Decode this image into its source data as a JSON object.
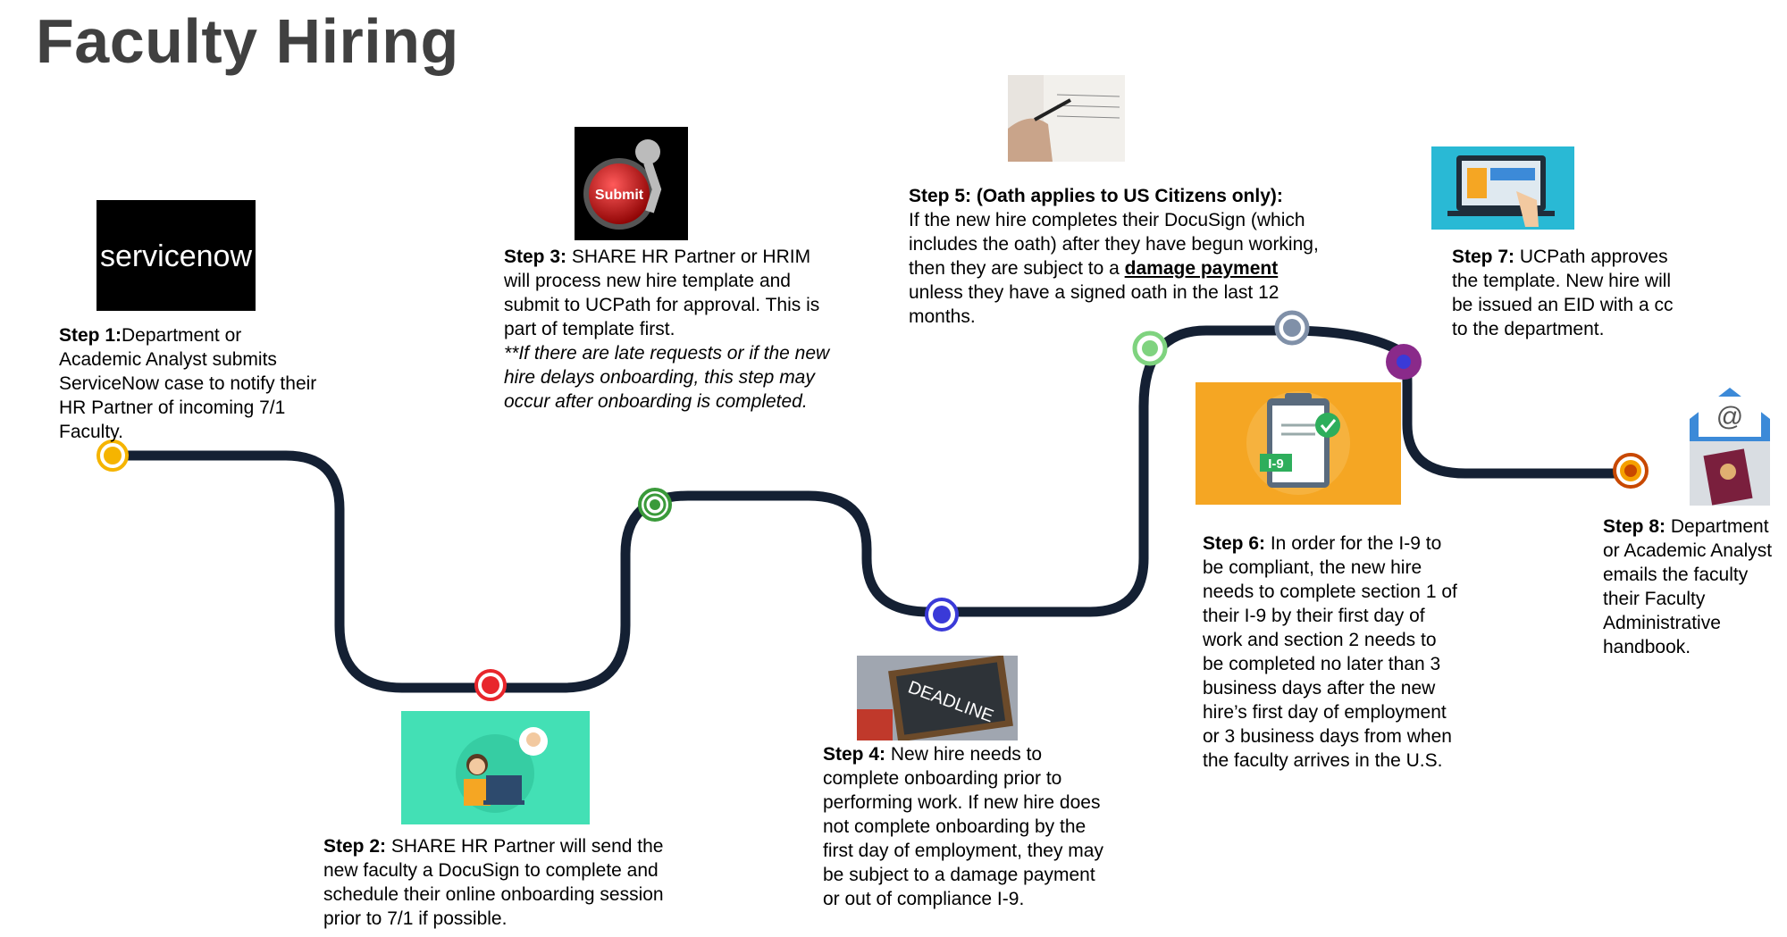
{
  "title": "Faculty Hiring",
  "steps": [
    {
      "label": "Step 1:",
      "text": "Department or Academic Analyst submits ServiceNow case to notify their HR Partner of incoming 7/1 Faculty.",
      "color": "#f5b400"
    },
    {
      "label": "Step 2:",
      "text": " SHARE HR Partner will send the new faculty a DocuSign to complete and schedule their online onboarding session prior to 7/1 if possible.",
      "color": "#e8262c"
    },
    {
      "label": "Step 3:",
      "text": " SHARE HR Partner or HRIM will process new hire template and submit to UCPath for approval. This is part of template first.",
      "note": "**If there are late requests or if the new hire delays onboarding, this step may occur after onboarding is completed.",
      "color": "#3a9a3a"
    },
    {
      "label": "Step 4:",
      "text": " New hire needs to complete onboarding prior to performing work. If new hire does not complete onboarding by the first day of employment, they may be subject to a damage payment or out of compliance I-9.",
      "color": "#3a3ad8"
    },
    {
      "label": "Step 5: (Oath applies to US Citizens only):",
      "text_before": "If the new hire completes their DocuSign (which includes the oath) after they have begun working, then they are subject to a ",
      "emphasis": "damage payment",
      "text_after": " unless they have a signed oath in the last 12 months.",
      "color": "#7fd37f"
    },
    {
      "label": "Step 6:",
      "text": " In order for the I-9 to be compliant, the new hire needs to complete section 1 of their I-9 by their first day of work and section 2 needs to be completed no later than 3 business days after the new hire’s first day of employment or 3 business days from when the faculty arrives in the U.S.",
      "color": "#8090a8"
    },
    {
      "label": "Step 7:",
      "text": " UCPath approves the template. New hire will be issued an EID with a cc to the department.",
      "color": "#8a2a8a"
    },
    {
      "label": "Step 8:",
      "text": " Department or Academic Analyst emails the faculty their Faculty Administrative handbook.",
      "color": "#c84800"
    }
  ],
  "images": {
    "servicenow_logo": "servicenow",
    "submit_button": "Submit",
    "deadline_board": "DEADLINE",
    "i9_form": "I-9"
  },
  "colors": {
    "road": "#142033",
    "title": "#404040"
  }
}
